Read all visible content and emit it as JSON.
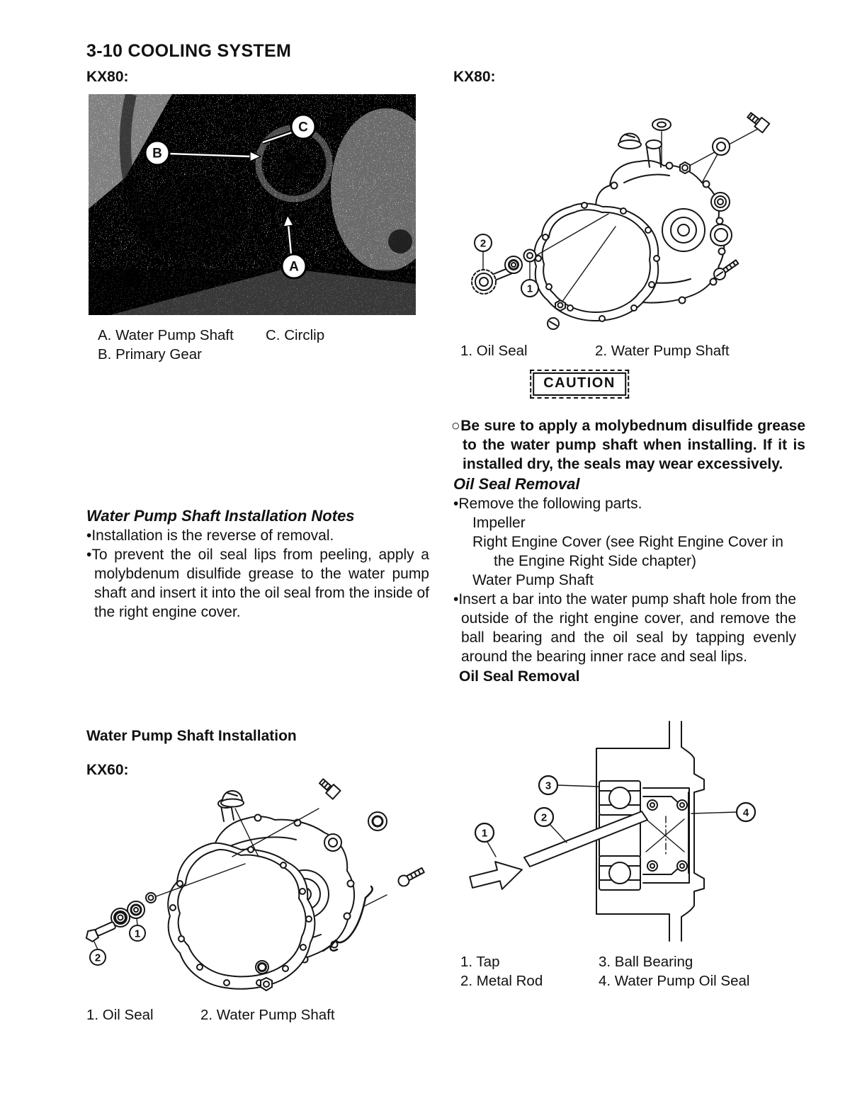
{
  "header": {
    "title": "3-10 COOLING SYSTEM"
  },
  "colors": {
    "ink": "#111111",
    "paper": "#ffffff"
  },
  "left": {
    "model_top": "KX80:",
    "photo": {
      "callout_a": "A",
      "callout_b": "B",
      "callout_c": "C",
      "caption_a": "A. Water Pump Shaft",
      "caption_c": "C. Circlip",
      "caption_b": "B. Primary Gear"
    },
    "notes": {
      "heading": "Water Pump Shaft Installation Notes",
      "bullet1": "•Installation is the reverse of removal.",
      "bullet2": "•To prevent the oil seal lips from peeling, apply a molybdenum disulfide grease to the water pump shaft and insert it into the oil seal from the inside of the right engine cover."
    },
    "installation_heading": "Water Pump Shaft Installation",
    "model_bottom": "KX60:",
    "kx60": {
      "callout_1": "1",
      "callout_2": "2",
      "caption_1": "1. Oil Seal",
      "caption_2": "2. Water Pump Shaft"
    }
  },
  "right": {
    "model_top": "KX80:",
    "kx80": {
      "callout_1": "1",
      "callout_2": "2",
      "caption_1": "1. Oil Seal",
      "caption_2": "2. Water Pump Shaft"
    },
    "caution": {
      "label": "CAUTION",
      "text": "○Be sure to apply a molybednum disulfide grease to the water pump shaft when installing. If it is installed dry, the seals may wear excessively."
    },
    "removal": {
      "heading_italic": "Oil Seal Removal",
      "bullet1": "•Remove the following parts.",
      "sub1": "Impeller",
      "sub2": "Right Engine Cover (see Right Engine Cover in the Engine Right Side chapter)",
      "sub3": "Water Pump Shaft",
      "bullet2": "•Insert a bar into the water pump shaft hole from the outside of the right engine cover, and remove the ball bearing and the oil seal by tapping evenly around the bearing inner race and seal lips."
    },
    "heading_bold": "Oil Seal Removal",
    "diagram": {
      "callout_1": "1",
      "callout_2": "2",
      "callout_3": "3",
      "callout_4": "4",
      "caption_1": "1. Tap",
      "caption_2": "2. Metal Rod",
      "caption_3": "3. Ball Bearing",
      "caption_4": "4. Water Pump Oil Seal"
    }
  }
}
